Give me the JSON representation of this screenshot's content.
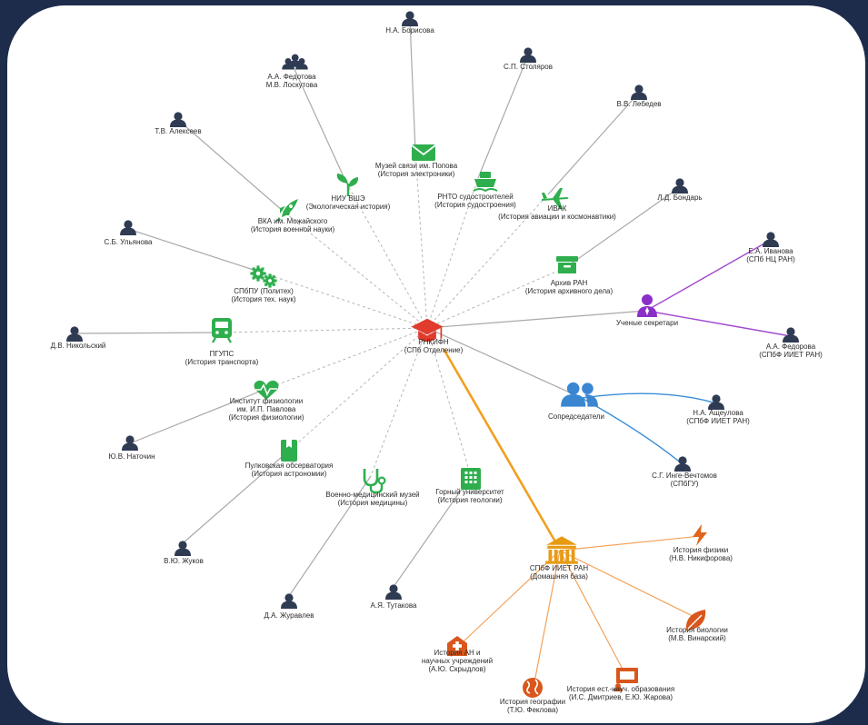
{
  "colors": {
    "frame": "#1e2c4c",
    "green": "#2fae4e",
    "red": "#e03b2c",
    "purple": "#8b2fc9",
    "blue": "#3a86d1",
    "orange": "#e79b12",
    "person": "#2f3b52"
  },
  "center": {
    "id": "rnkifn",
    "icon": "graduation-cap-icon",
    "l1": "РНКИФН",
    "l2": "(СПб Отделение)"
  },
  "institutions": [
    {
      "id": "popov",
      "icon": "envelope-icon",
      "l1": "Музей связи им. Попова",
      "l2": "(История электроники)"
    },
    {
      "id": "rhto",
      "icon": "ship-icon",
      "l1": "РНТО судостроителей",
      "l2": "(История судостроения)"
    },
    {
      "id": "ivak",
      "icon": "airplane-icon",
      "l1": "ИВАК",
      "l2": "(История авиации и космонавтики)"
    },
    {
      "id": "arhiv",
      "icon": "archive-box-icon",
      "l1": "Архив РАН",
      "l2": "(История архивного дела)"
    },
    {
      "id": "vshe",
      "icon": "sprout-icon",
      "l1": "НИУ ВШЭ",
      "l2": "(Экологическая история)"
    },
    {
      "id": "vka",
      "icon": "rocket-icon",
      "l1": "ВКА им. Можайского",
      "l2": "(История военной науки)"
    },
    {
      "id": "spbpu",
      "icon": "gears-icon",
      "l1": "СПбПУ (Политех)",
      "l2": "(История тех. наук)"
    },
    {
      "id": "pgups",
      "icon": "train-icon",
      "l1": "ПГУПС",
      "l2": "(История транспорта)"
    },
    {
      "id": "pavlov",
      "icon": "heartbeat-icon",
      "l1": "Институт физиологии",
      "l2": "им. И.П. Павлова",
      "l3": "(История физиологии)"
    },
    {
      "id": "pulkovo",
      "icon": "book-icon",
      "l1": "Пулковская обсерватория",
      "l2": "(История астрономии)"
    },
    {
      "id": "vmm",
      "icon": "stethoscope-icon",
      "l1": "Военно-медицинский музей",
      "l2": "(История медицины)"
    },
    {
      "id": "gorny",
      "icon": "building-icon",
      "l1": "Горный университет",
      "l2": "(История геологии)"
    }
  ],
  "hubs": [
    {
      "id": "secretaries",
      "icon": "secretary-icon",
      "l1": "Ученые секретари"
    },
    {
      "id": "cochairs",
      "icon": "users-icon",
      "l1": "Сопредседатели"
    },
    {
      "id": "iiet",
      "icon": "museum-building-icon",
      "l1": "СПбФ ИИЕТ РАН",
      "l2": "(Домашняя база)"
    }
  ],
  "subjects": [
    {
      "id": "phys",
      "icon": "flame-icon",
      "l1": "История физики",
      "l2": "(Н.В. Никифорова)"
    },
    {
      "id": "bio",
      "icon": "leaf-icon",
      "l1": "История биологии",
      "l2": "(М.В. Винарский)"
    },
    {
      "id": "edu",
      "icon": "presentation-icon",
      "l1": "История ест.-науч. образования",
      "l2": "(И.С. Дмитриев, Е.Ю. Жарова)"
    },
    {
      "id": "geo",
      "icon": "globe-icon",
      "l1": "История географии",
      "l2": "(Т.Ю. Феклова)"
    },
    {
      "id": "an",
      "icon": "hospital-icon",
      "l1": "История АН и",
      "l2": "научных учреждений",
      "l3": "(А.Ю. Скрыдлов)"
    }
  ],
  "people": [
    {
      "id": "borisova",
      "l1": "Н.А. Борисова"
    },
    {
      "id": "fedotova",
      "group": true,
      "l1": "А.А. Федотова",
      "l2": "М.В. Лоскутова"
    },
    {
      "id": "stolyarov",
      "l1": "С.П. Столяров"
    },
    {
      "id": "lebedev",
      "l1": "В.В. Лебедев"
    },
    {
      "id": "alekseev",
      "l1": "Т.В. Алексеев"
    },
    {
      "id": "bondar",
      "l1": "Л.Д. Бондарь"
    },
    {
      "id": "ulyanova",
      "l1": "С.Б. Ульянова"
    },
    {
      "id": "ivanova",
      "l1": "Е.А. Иванова",
      "l2": "(СПб НЦ РАН)"
    },
    {
      "id": "fedorova",
      "l1": "А.А. Федорова",
      "l2": "(СПбФ ИИЕТ РАН)"
    },
    {
      "id": "nikolsky",
      "l1": "Д.В. Никольский"
    },
    {
      "id": "ashchulova",
      "l1": "Н.А. Ащеулова",
      "l2": "(СПбФ ИИЕТ РАН)"
    },
    {
      "id": "nathochin",
      "l1": "Ю.В. Наточин"
    },
    {
      "id": "inge",
      "l1": "С.Г. Инге-Вечтомов",
      "l2": "(СПбГУ)"
    },
    {
      "id": "zhukov",
      "l1": "В.Ю. Жуков"
    },
    {
      "id": "tutakova",
      "l1": "А.Я. Тутакова"
    },
    {
      "id": "zhuravlev",
      "l1": "Д.А. Журавлев"
    }
  ]
}
